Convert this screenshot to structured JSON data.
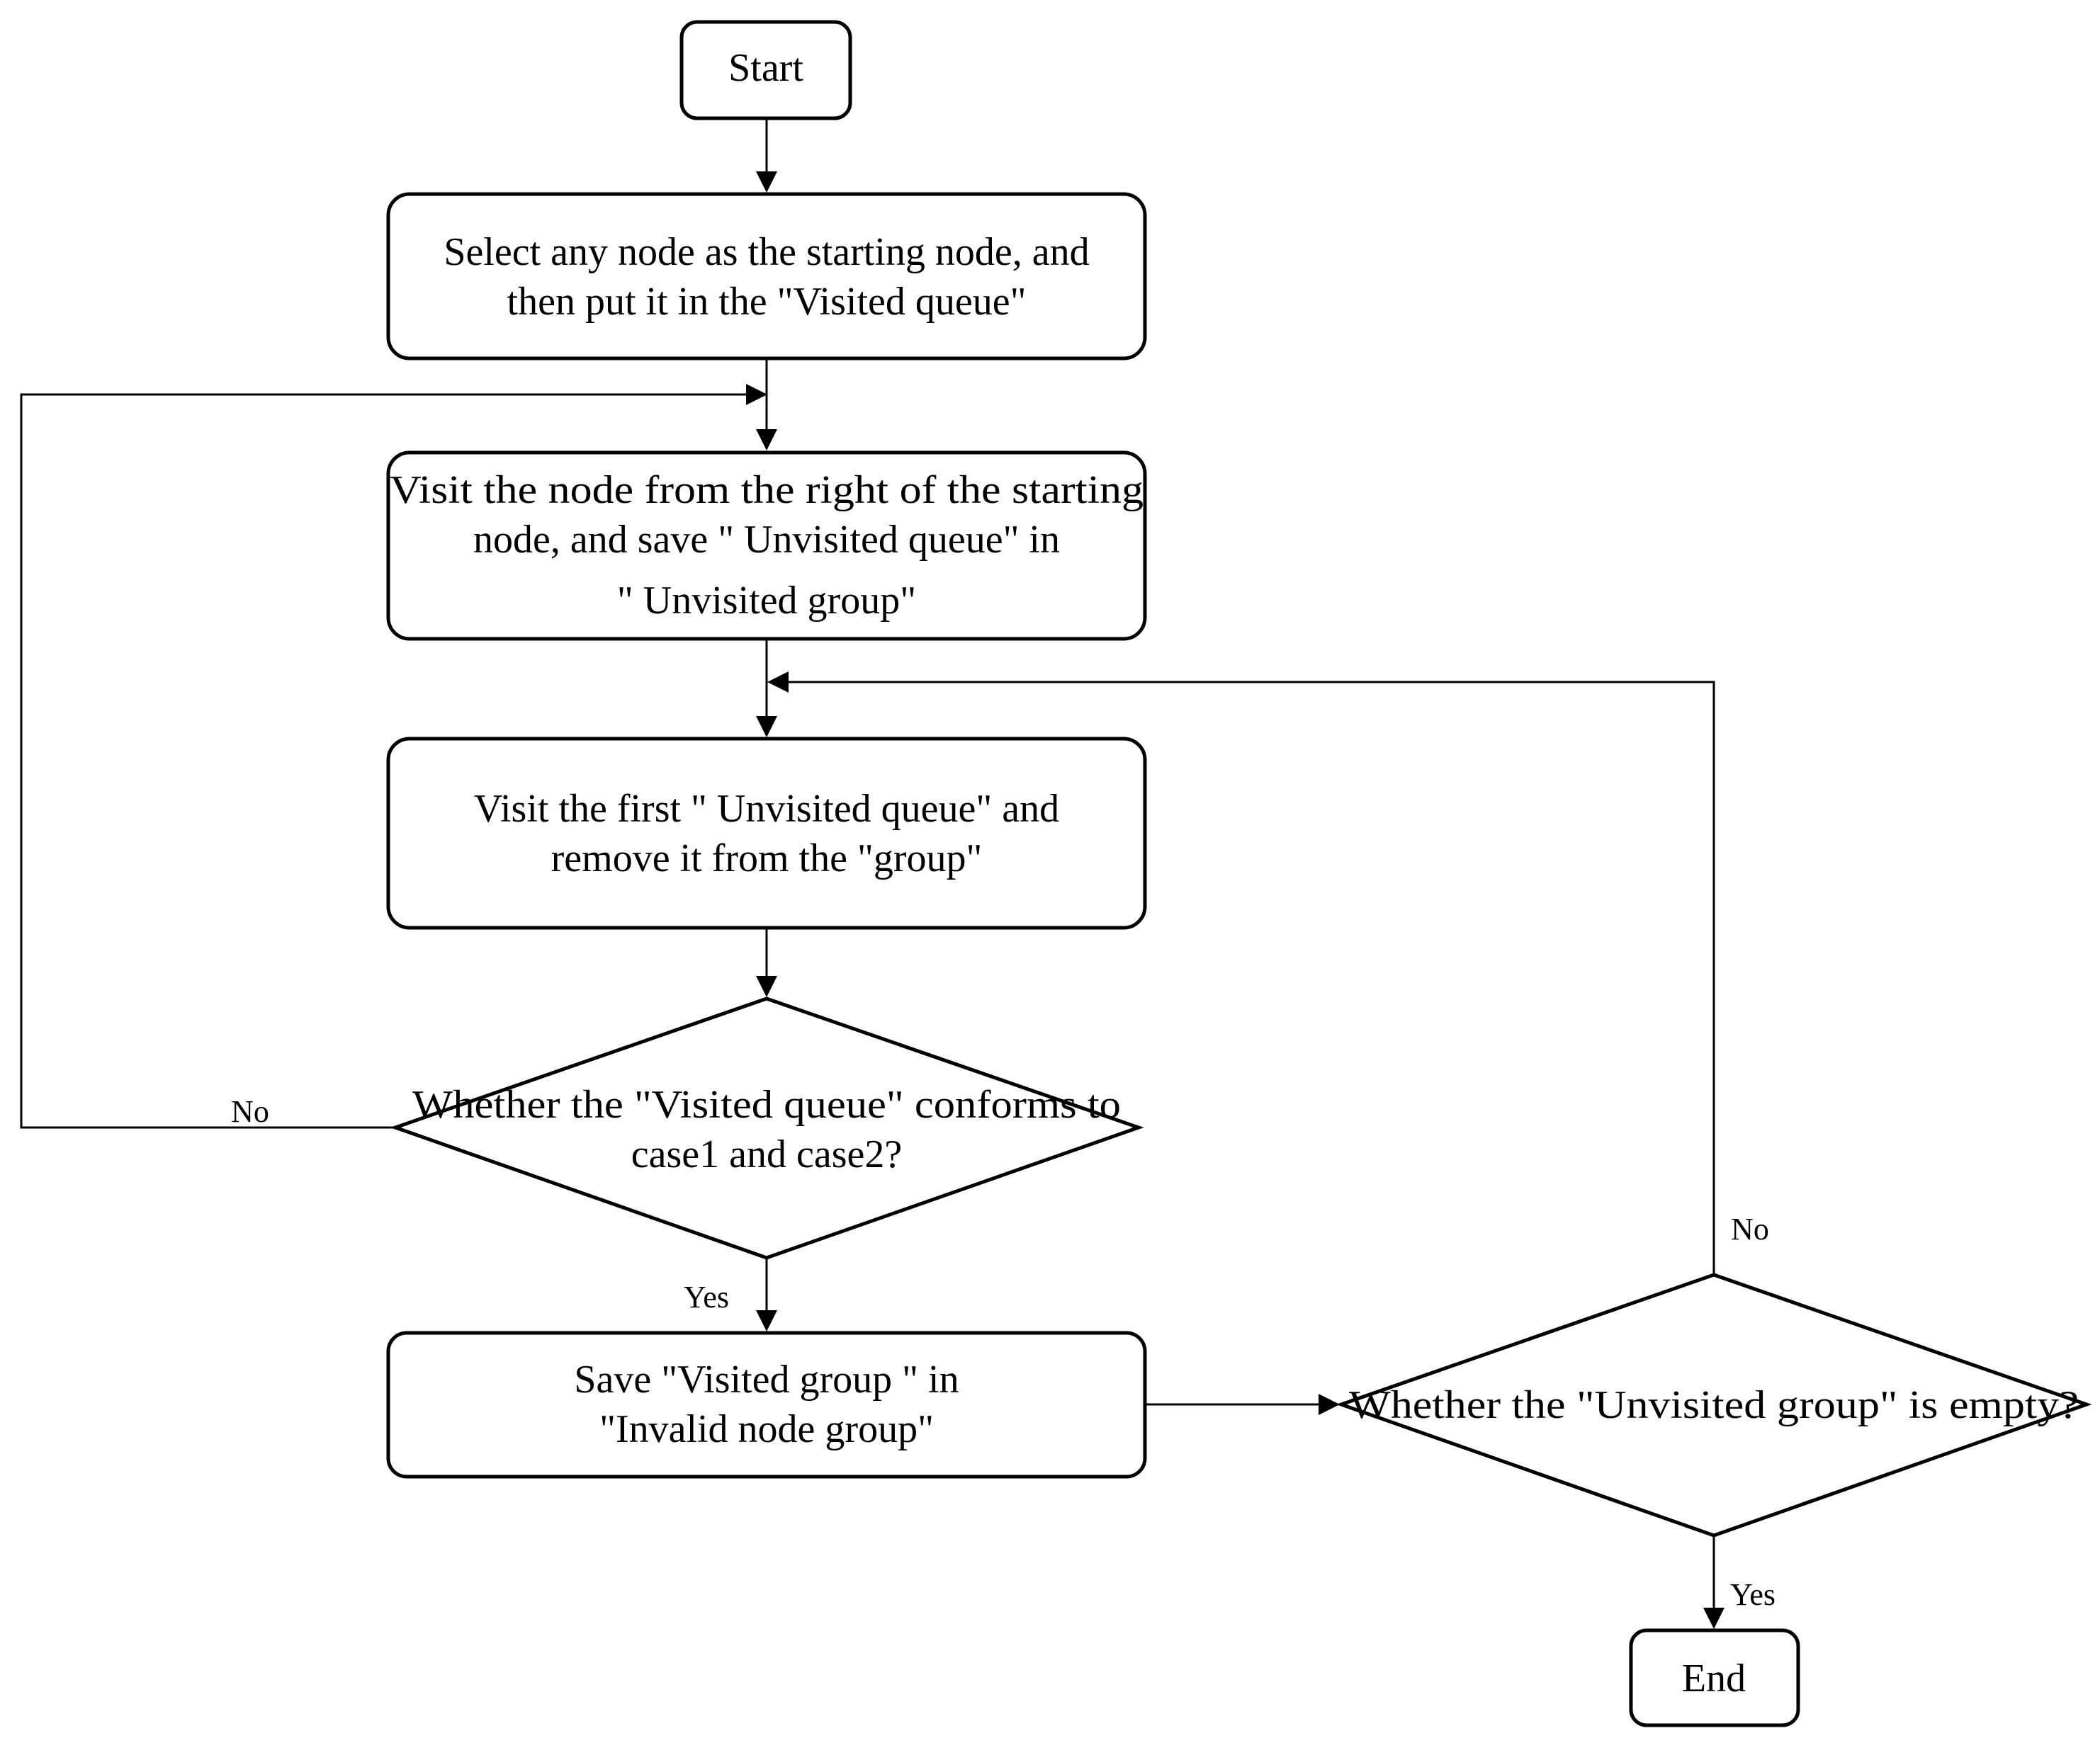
{
  "nodes": {
    "start": {
      "lines": [
        "Start"
      ]
    },
    "select": {
      "lines": [
        "Select any node as the starting node, and",
        "then put it in the \"Visited queue\""
      ]
    },
    "visit_right": {
      "lines": [
        "Visit the  node from the right of the starting",
        "node, and save \" Unvisited queue\" in",
        "\" Unvisited group\""
      ]
    },
    "visit_first": {
      "lines": [
        "Visit the first \" Unvisited queue\" and",
        "remove it from the \"group\""
      ]
    },
    "decision_case": {
      "lines": [
        "Whether the \"Visited queue\" conforms to",
        "case1 and case2?"
      ]
    },
    "save_invalid": {
      "lines": [
        "Save \"Visited group \" in",
        "\"Invalid node group\""
      ]
    },
    "decision_empty": {
      "lines": [
        "Whether the \"Unvisited group\" is empty?"
      ]
    },
    "end": {
      "lines": [
        "End"
      ]
    }
  },
  "edges": {
    "case_no": "No",
    "case_yes": "Yes",
    "empty_no": "No",
    "empty_yes": "Yes"
  },
  "colors": {
    "stroke": "#000000",
    "background": "#ffffff"
  }
}
